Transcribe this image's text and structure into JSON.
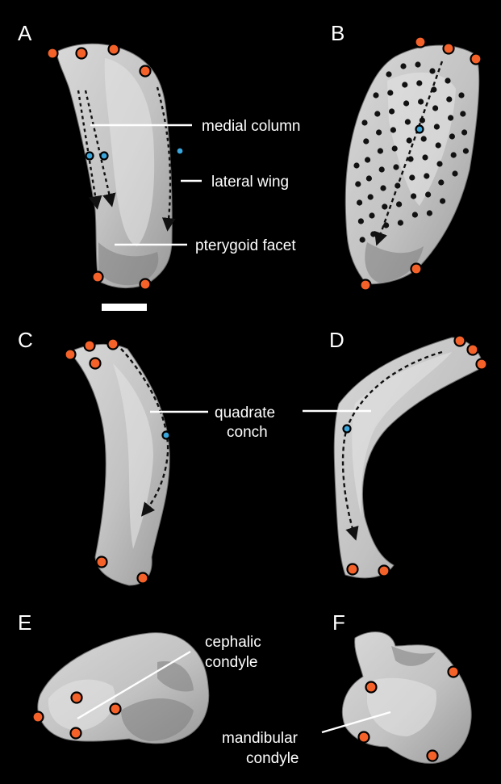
{
  "panels": {
    "A": {
      "letter": "A",
      "labels": {
        "medial_column": "medial column",
        "lateral_wing": "lateral wing",
        "pterygoid_facet": "pterygoid facet"
      }
    },
    "B": {
      "letter": "B"
    },
    "C": {
      "letter": "C",
      "labels": {
        "quadrate_conch_line1": "quadrate",
        "quadrate_conch_line2": "conch"
      }
    },
    "D": {
      "letter": "D"
    },
    "E": {
      "letter": "E",
      "labels": {
        "cephalic_condyle_line1": "cephalic",
        "cephalic_condyle_line2": "condyle"
      }
    },
    "F": {
      "letter": "F",
      "labels": {
        "mandibular_condyle_line1": "mandibular",
        "mandibular_condyle_line2": "condyle"
      }
    }
  },
  "landmark_colors": {
    "fixed": "#f4622a",
    "curve_sliding": "#3aa6dc",
    "surface": "#111111"
  },
  "bone_color": "#c4c4c4",
  "background": "#000000"
}
